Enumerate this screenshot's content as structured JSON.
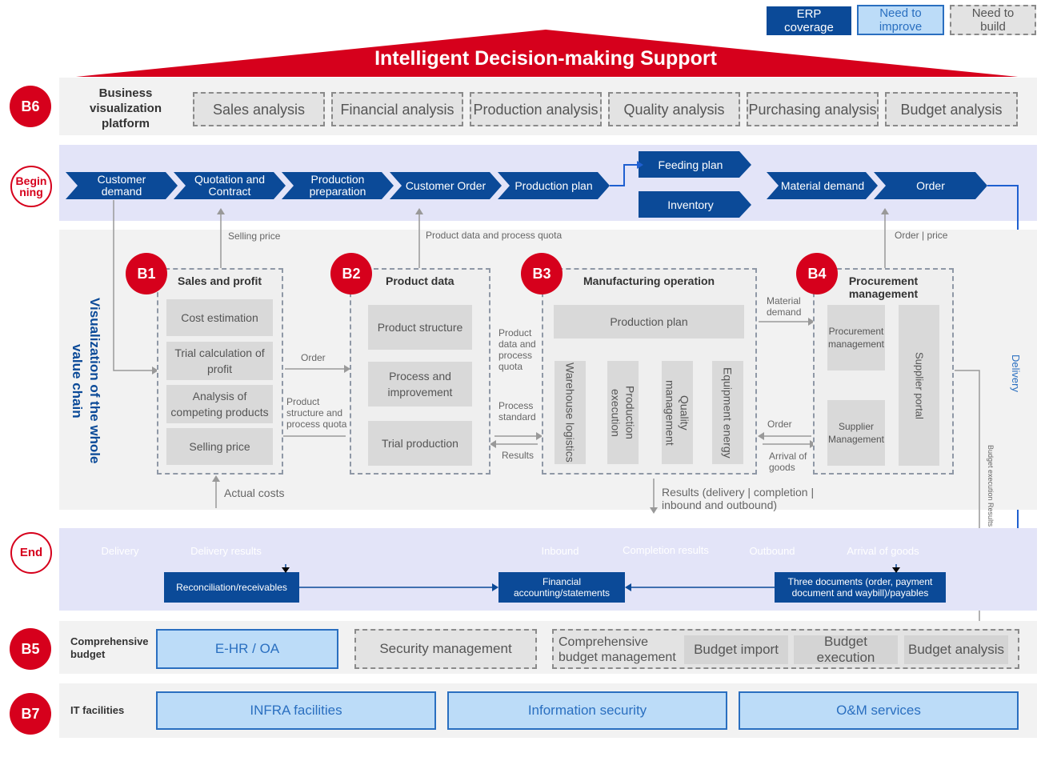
{
  "legend": {
    "erp": "ERP\ncoverage",
    "improve": "Need to\nimprove",
    "build": "Need to\nbuild"
  },
  "header": {
    "title": "Intelligent Decision-making Support"
  },
  "b6": {
    "badge": "B6",
    "label": "Business visualization platform",
    "items": [
      "Sales analysis",
      "Financial analysis",
      "Production analysis",
      "Quality analysis",
      "Purchasing analysis",
      "Budget analysis"
    ]
  },
  "beginning": {
    "badge": "Begin\nning",
    "steps": [
      "Customer demand",
      "Quotation and Contract",
      "Production preparation",
      "Customer Order",
      "Production plan"
    ],
    "feeding_plan": "Feeding plan",
    "inventory": "Inventory",
    "right_steps": [
      "Material demand",
      "Order"
    ]
  },
  "value_chain": {
    "side_title": "Visualization of the whole value chain",
    "selling_price_label": "Selling price",
    "product_data_quota_label": "Product data and process quota",
    "order_price_label": "Order | price",
    "delivery_label": "Delivery",
    "b1": {
      "badge": "B1",
      "title": "Sales and profit",
      "items": [
        "Cost estimation",
        "Trial calculation of profit",
        "Analysis of competing products",
        "Selling price"
      ]
    },
    "b2": {
      "badge": "B2",
      "title": "Product data",
      "items": [
        "Product structure",
        "Process and improvement",
        "Trial production"
      ]
    },
    "b3": {
      "badge": "B3",
      "title": "Manufacturing operation",
      "plan": "Production plan",
      "columns": [
        "Warehouse logistics",
        "Production execution",
        "Quality management",
        "Equipment energy"
      ]
    },
    "b4": {
      "badge": "B4",
      "title": "Procurement management",
      "left_top": "Procurement management",
      "left_bottom": "Supplier Management",
      "right": "Supplier portal"
    },
    "order_label": "Order",
    "product_structure_quota_label": "Product structure and process quota",
    "product_data_process_quota_label": "Product data and process quota",
    "process_standard_label": "Process standard",
    "results_label": "Results",
    "material_demand_label": "Material demand",
    "order2_label": "Order",
    "arrival_goods_label": "Arrival of goods",
    "actual_costs_label": "Actual costs",
    "results_bottom_label": "Results (delivery | completion | inbound and outbound)",
    "budget_exec_label": "Budget execution Results"
  },
  "end": {
    "badge": "End",
    "chevrons": [
      "Delivery",
      "Delivery results",
      "Inbound",
      "Completion results",
      "Outbound",
      "Arrival of goods"
    ],
    "reconciliation": "Reconciliation/receivables",
    "financial": "Financial accounting/statements",
    "three_docs": "Three documents (order, payment document and waybill)/payables"
  },
  "b5": {
    "badge": "B5",
    "label": "Comprehensive budget",
    "ehr": "E-HR / OA",
    "security": "Security management",
    "budget_mgmt": "Comprehensive budget management",
    "budget_import": "Budget import",
    "budget_execution": "Budget execution",
    "budget_analysis": "Budget analysis"
  },
  "b7": {
    "badge": "B7",
    "label": "IT facilities",
    "items": [
      "INFRA facilities",
      "Information security",
      "O&M services"
    ]
  },
  "colors": {
    "red": "#d6001c",
    "navy": "#0b4a98",
    "light_blue": "#bcdcf8",
    "band_lavender": "#e3e4f8",
    "band_gray": "#f2f2f2"
  }
}
